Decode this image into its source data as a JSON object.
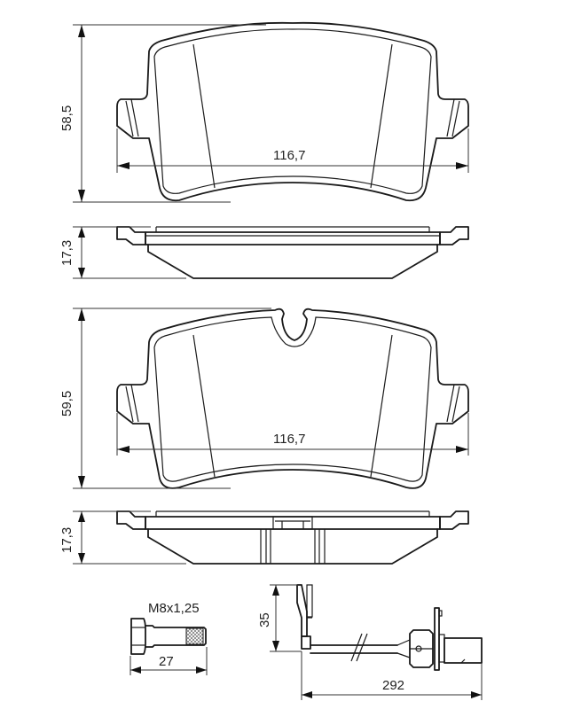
{
  "drawing": {
    "title": "Brake pad set technical drawing",
    "line_color": "#1a1a1a",
    "background": "#ffffff"
  },
  "views": {
    "pad1_front": {
      "height_label": "58,5",
      "width_label": "116,7"
    },
    "pad1_side": {
      "thickness_label": "17,3"
    },
    "pad2_front": {
      "height_label": "59,5",
      "width_label": "116,7"
    },
    "pad2_side": {
      "thickness_label": "17,3"
    },
    "bolt": {
      "thread_label": "M8x1,25",
      "length_label": "27"
    },
    "wear_sensor": {
      "height_label": "35",
      "length_label": "292"
    }
  }
}
